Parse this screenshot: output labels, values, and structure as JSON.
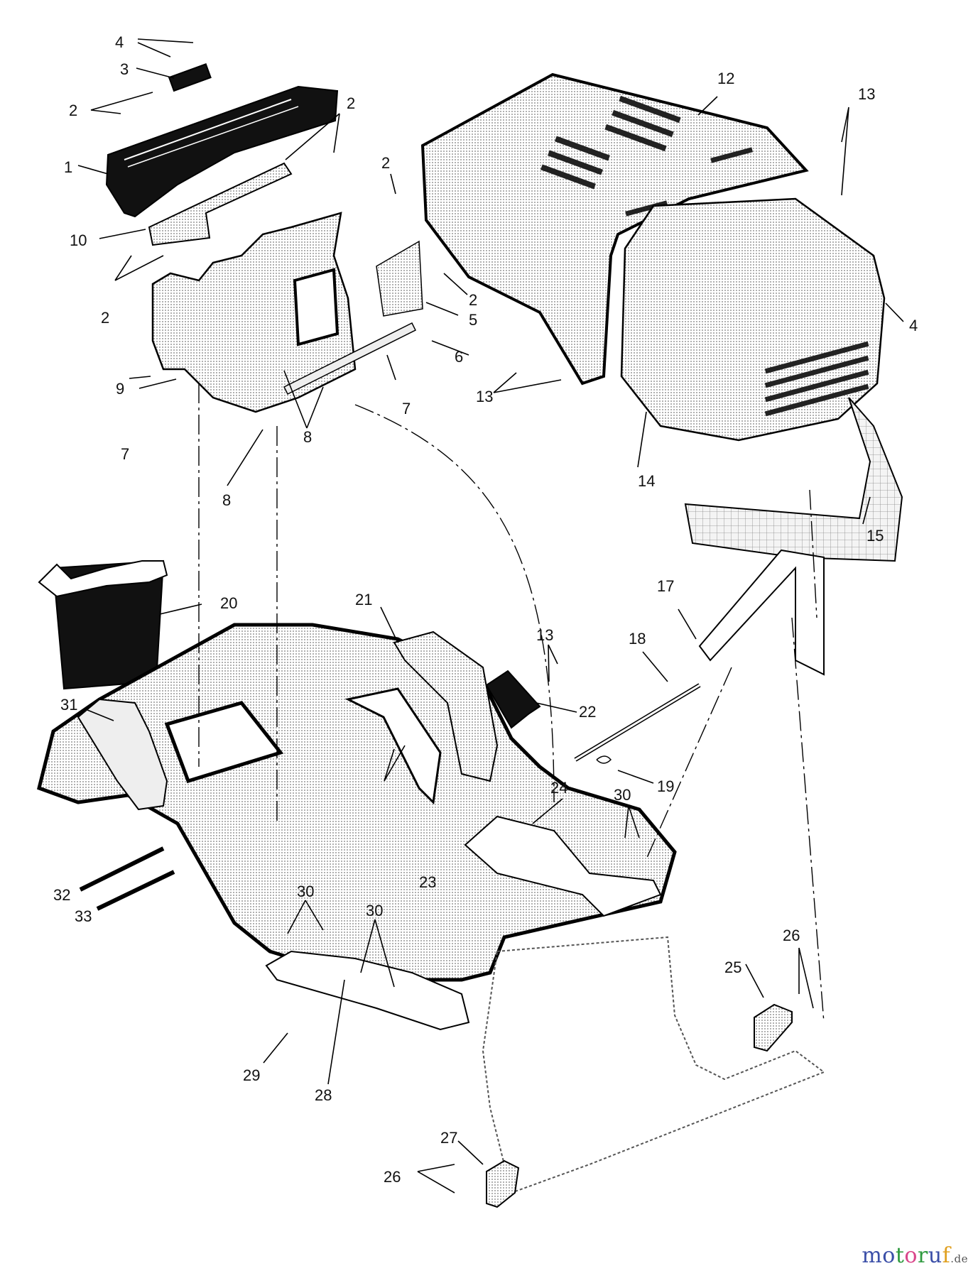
{
  "diagram": {
    "title": "Exploded parts diagram — tractor body, hood and fender assembly",
    "callouts": [
      {
        "id": "c1",
        "text": "1"
      },
      {
        "id": "c2a",
        "text": "2"
      },
      {
        "id": "c2b",
        "text": "2"
      },
      {
        "id": "c2c",
        "text": "2"
      },
      {
        "id": "c2d",
        "text": "2"
      },
      {
        "id": "c2e",
        "text": "2"
      },
      {
        "id": "c3",
        "text": "3"
      },
      {
        "id": "c4a",
        "text": "4"
      },
      {
        "id": "c4b",
        "text": "4"
      },
      {
        "id": "c5",
        "text": "5"
      },
      {
        "id": "c6",
        "text": "6"
      },
      {
        "id": "c7a",
        "text": "7"
      },
      {
        "id": "c7b",
        "text": "7"
      },
      {
        "id": "c8a",
        "text": "8"
      },
      {
        "id": "c8b",
        "text": "8"
      },
      {
        "id": "c9",
        "text": "9"
      },
      {
        "id": "c10",
        "text": "10"
      },
      {
        "id": "c12",
        "text": "12"
      },
      {
        "id": "c13a",
        "text": "13"
      },
      {
        "id": "c13b",
        "text": "13"
      },
      {
        "id": "c13c",
        "text": "13"
      },
      {
        "id": "c14",
        "text": "14"
      },
      {
        "id": "c15",
        "text": "15"
      },
      {
        "id": "c17",
        "text": "17"
      },
      {
        "id": "c18",
        "text": "18"
      },
      {
        "id": "c19",
        "text": "19"
      },
      {
        "id": "c20",
        "text": "20"
      },
      {
        "id": "c21",
        "text": "21"
      },
      {
        "id": "c22",
        "text": "22"
      },
      {
        "id": "c23",
        "text": "23"
      },
      {
        "id": "c24",
        "text": "24"
      },
      {
        "id": "c25",
        "text": "25"
      },
      {
        "id": "c26a",
        "text": "26"
      },
      {
        "id": "c26b",
        "text": "26"
      },
      {
        "id": "c27",
        "text": "27"
      },
      {
        "id": "c28",
        "text": "28"
      },
      {
        "id": "c29",
        "text": "29"
      },
      {
        "id": "c30a",
        "text": "30"
      },
      {
        "id": "c30b",
        "text": "30"
      },
      {
        "id": "c30c",
        "text": "30"
      },
      {
        "id": "c31",
        "text": "31"
      },
      {
        "id": "c32",
        "text": "32"
      },
      {
        "id": "c33",
        "text": "33"
      }
    ]
  },
  "watermark": {
    "brand": "motoruf",
    "tld": ".de",
    "letters": [
      {
        "ch": "m",
        "color": "#3b4fa8"
      },
      {
        "ch": "o",
        "color": "#3b4fa8"
      },
      {
        "ch": "t",
        "color": "#2f9a3f"
      },
      {
        "ch": "o",
        "color": "#d9468a"
      },
      {
        "ch": "r",
        "color": "#2f9a3f"
      },
      {
        "ch": "u",
        "color": "#3b4fa8"
      },
      {
        "ch": "f",
        "color": "#e0a020"
      }
    ]
  }
}
